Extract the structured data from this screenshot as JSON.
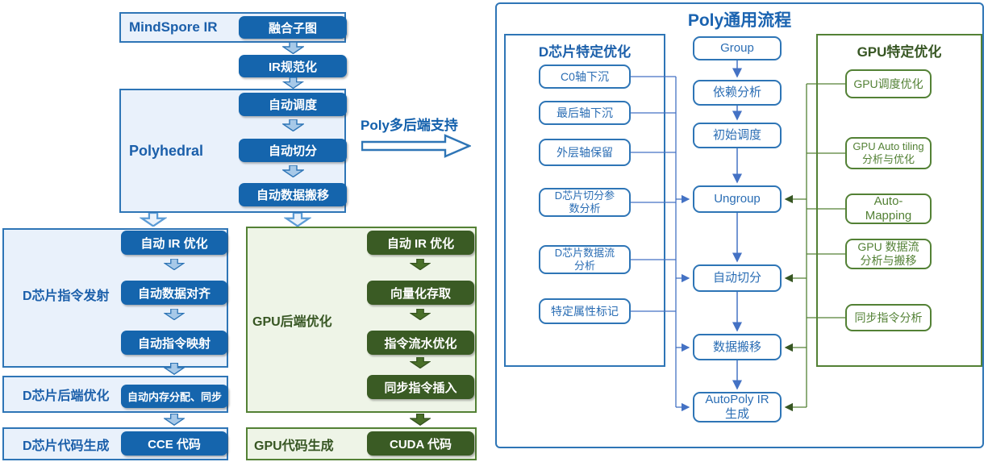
{
  "left_flow": {
    "mindspore_label": "MindSpore IR",
    "fusion_chip": "融合子图",
    "ir_normalize_chip": "IR规范化",
    "polyhedral_label": "Polyhedral",
    "poly_chips": [
      "自动调度",
      "自动切分",
      "自动数据搬移"
    ],
    "poly_backend_label": "Poly多后端支持",
    "d_dispatch_label": "D芯片指令发射",
    "d_dispatch_chips": [
      "自动 IR 优化",
      "自动数据对齐",
      "自动指令映射"
    ],
    "d_backend_label": "D芯片后端优化",
    "d_backend_chip": "自动内存分配、同步",
    "d_codegen_label": "D芯片代码生成",
    "d_codegen_chip": "CCE 代码",
    "gpu_backend_label": "GPU后端优化",
    "gpu_backend_chips": [
      "自动 IR 优化",
      "向量化存取",
      "指令流水优化",
      "同步指令插入"
    ],
    "gpu_codegen_label": "GPU代码生成",
    "gpu_codegen_chip": "CUDA 代码"
  },
  "right_panel": {
    "title": "Poly通用流程",
    "d_opt_header": "D芯片特定优化",
    "d_opt_items": [
      "C0轴下沉",
      "最后轴下沉",
      "外层轴保留",
      "D芯片切分参\n数分析",
      "D芯片数据流\n分析",
      "特定属性标记"
    ],
    "main_flow": [
      "Group",
      "依赖分析",
      "初始调度",
      "Ungroup",
      "自动切分",
      "数据搬移",
      "AutoPoly IR\n生成"
    ],
    "gpu_opt_header": "GPU特定优化",
    "gpu_opt_items": [
      "GPU调度优化",
      "GPU Auto tiling\n分析与优化",
      "Auto-\nMapping",
      "GPU 数据流\n分析与搬移",
      "同步指令分析"
    ]
  },
  "colors": {
    "blue_dark": "#1565ad",
    "blue_border": "#2e75b6",
    "blue_bg": "#e9f1fb",
    "blue_connector": "#4472c4",
    "green_dark": "#3a5b24",
    "green_border": "#538135",
    "green_bg": "#eef4e7"
  }
}
